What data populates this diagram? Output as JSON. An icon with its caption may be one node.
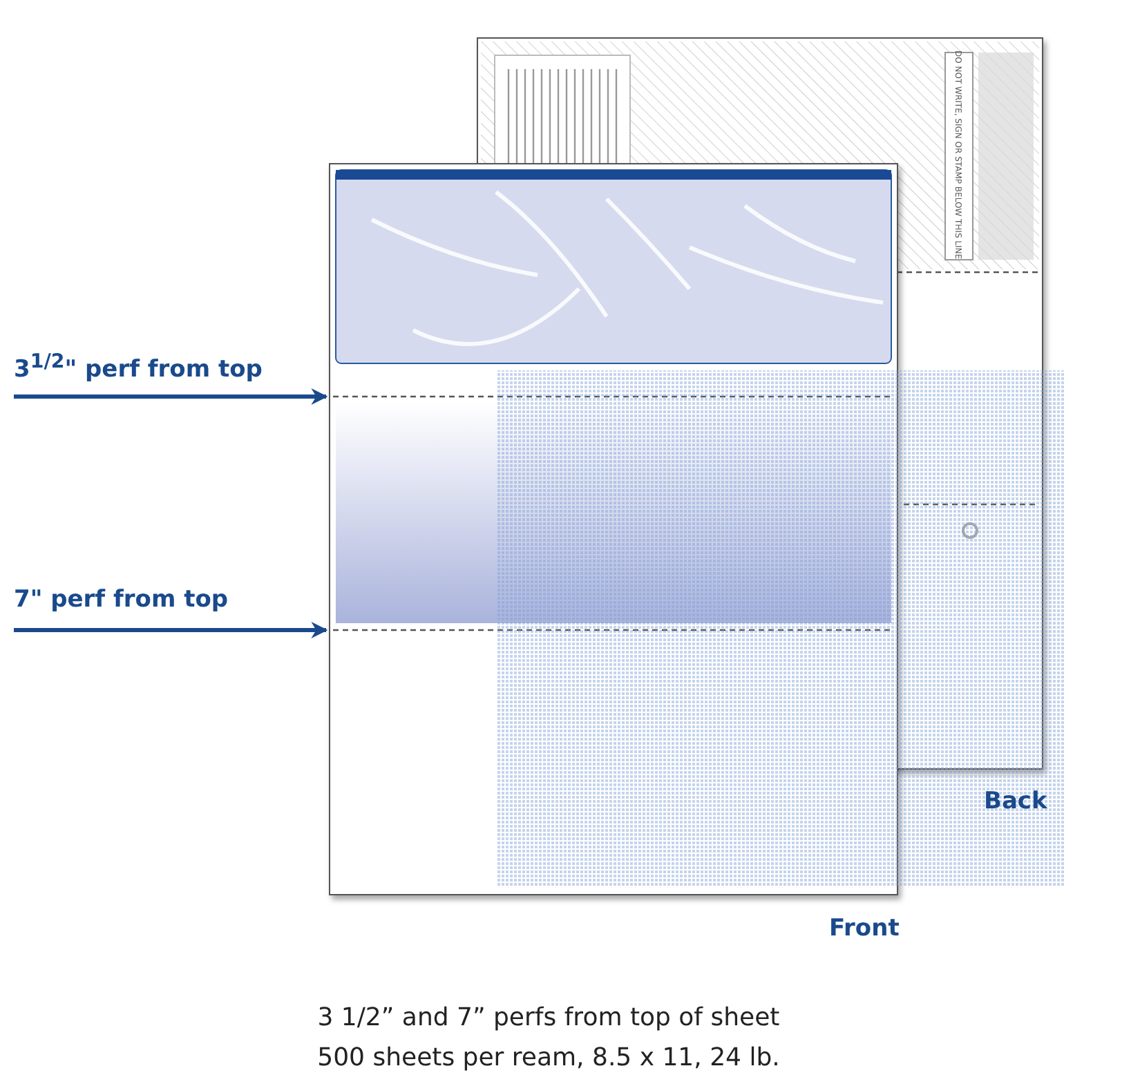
{
  "diagram": {
    "nodes": [
      {
        "text": [],
        "shape": "box",
        "beside": [
          "Back"
        ]
      },
      {
        "text": [],
        "shape": "box",
        "beside": [
          "Front"
        ]
      },
      {
        "text": [
          "3$^{1/2}$\" perf from top"
        ]
      },
      {
        "text": [
          "7\" perf from top"
        ]
      }
    ],
    "edges": [
      {
        "from": 2,
        "to": 1,
        "arrow": "to"
      },
      {
        "from": 3,
        "to": 1,
        "arrow": "to"
      }
    ],
    "labels": [
      "DO NOT WRITE, SIGN OR STAMP BELOW THIS LINE",
      "3 1/2” and 7” perfs from top of sheet",
      "500 sheets per ream, 8.5 x 11, 24 lb."
    ]
  }
}
